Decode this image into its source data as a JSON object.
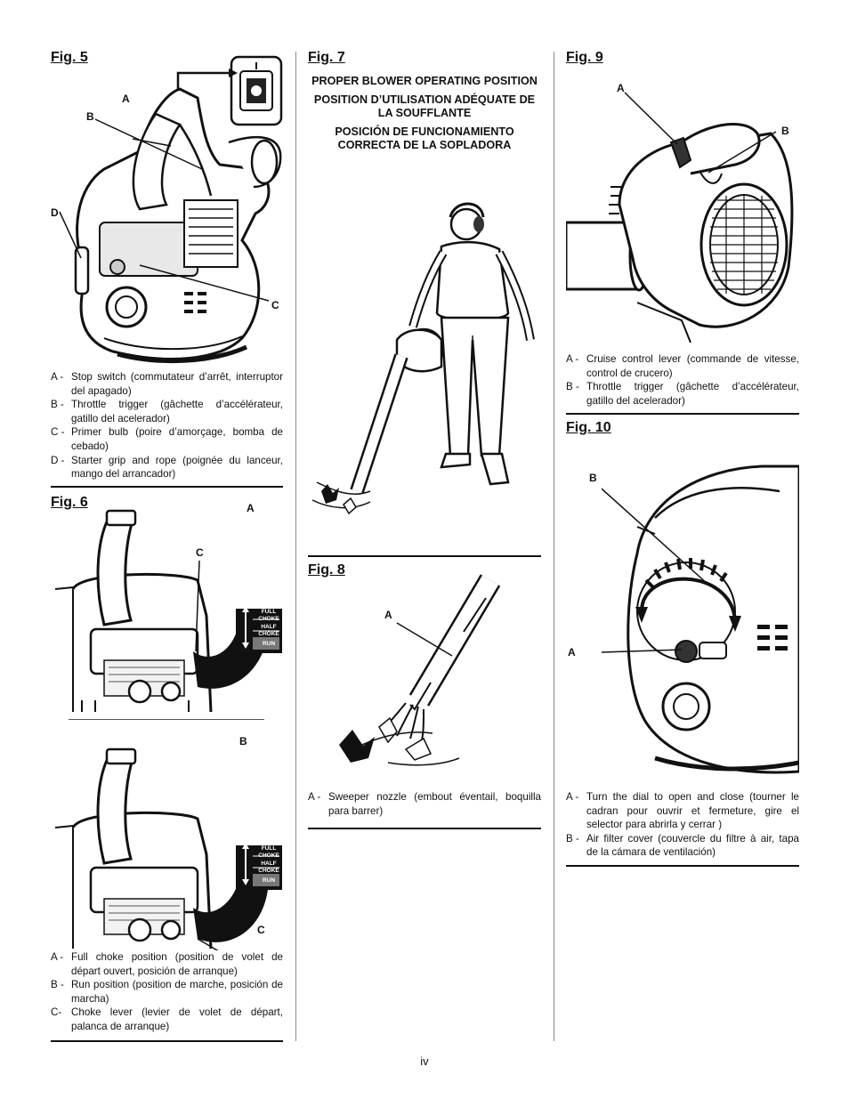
{
  "fig5": {
    "title": "Fig. 5",
    "callouts": [
      "A",
      "B",
      "C",
      "D"
    ],
    "legend": [
      {
        "key": "A -",
        "text": "Stop switch (commutateur d’arrêt, interruptor del apagado)"
      },
      {
        "key": "B -",
        "text": "Throttle trigger (gâchette d’accélérateur, gatillo del acelerador)"
      },
      {
        "key": "C -",
        "text": "Primer bulb (poire d’amorçage, bomba de cebado)"
      },
      {
        "key": "D -",
        "text": "Starter grip and rope (poignée du lanceur, mango del arrancador)"
      }
    ]
  },
  "fig6": {
    "title": "Fig. 6",
    "callouts_top": [
      "A",
      "C"
    ],
    "callouts_bottom": [
      "B",
      "C"
    ],
    "choke_labels": {
      "full": "FULL",
      "choke": "CHOKE",
      "half": "HALF",
      "run": "RUN"
    },
    "legend": [
      {
        "key": "A -",
        "text": "Full choke position (position de volet de départ ouvert, posición de arranque)"
      },
      {
        "key": "B -",
        "text": "Run position (position de marche, posición de marcha)"
      },
      {
        "key": "C-",
        "text": "Choke lever (levier de volet de départ, palanca de arranque)"
      }
    ]
  },
  "fig7": {
    "title": "Fig. 7",
    "heading_en": "PROPER BLOWER OPERATING POSITION",
    "heading_fr": "POSITION D’UTILISATION ADÉQUATE DE LA SOUFFLANTE",
    "heading_es": "POSICIÓN DE FUNCIONAMIENTO CORRECTA DE LA SOPLADORA"
  },
  "fig8": {
    "title": "Fig. 8",
    "callouts": [
      "A"
    ],
    "legend": [
      {
        "key": "A -",
        "text": "Sweeper nozzle (embout éventail, boquilla para barrer)"
      }
    ]
  },
  "fig9": {
    "title": "Fig. 9",
    "callouts": [
      "A",
      "B"
    ],
    "legend": [
      {
        "key": "A -",
        "text": "Cruise control lever (commande de vitesse, control de crucero)"
      },
      {
        "key": "B -",
        "text": "Throttle trigger (gâchette d’accélérateur, gatillo del acelerador)"
      }
    ]
  },
  "fig10": {
    "title": "Fig. 10",
    "callouts": [
      "B",
      "A"
    ],
    "legend": [
      {
        "key": "A -",
        "text": "Turn the dial to open and close (tourner le cadran pour ouvrir et fermeture, gire el selector para abrirla y cerrar )"
      },
      {
        "key": "B -",
        "text": "Air filter cover (couvercle du filtre à air, tapa de la cámara de ventilación)"
      }
    ]
  },
  "page": {
    "number": "iv"
  }
}
